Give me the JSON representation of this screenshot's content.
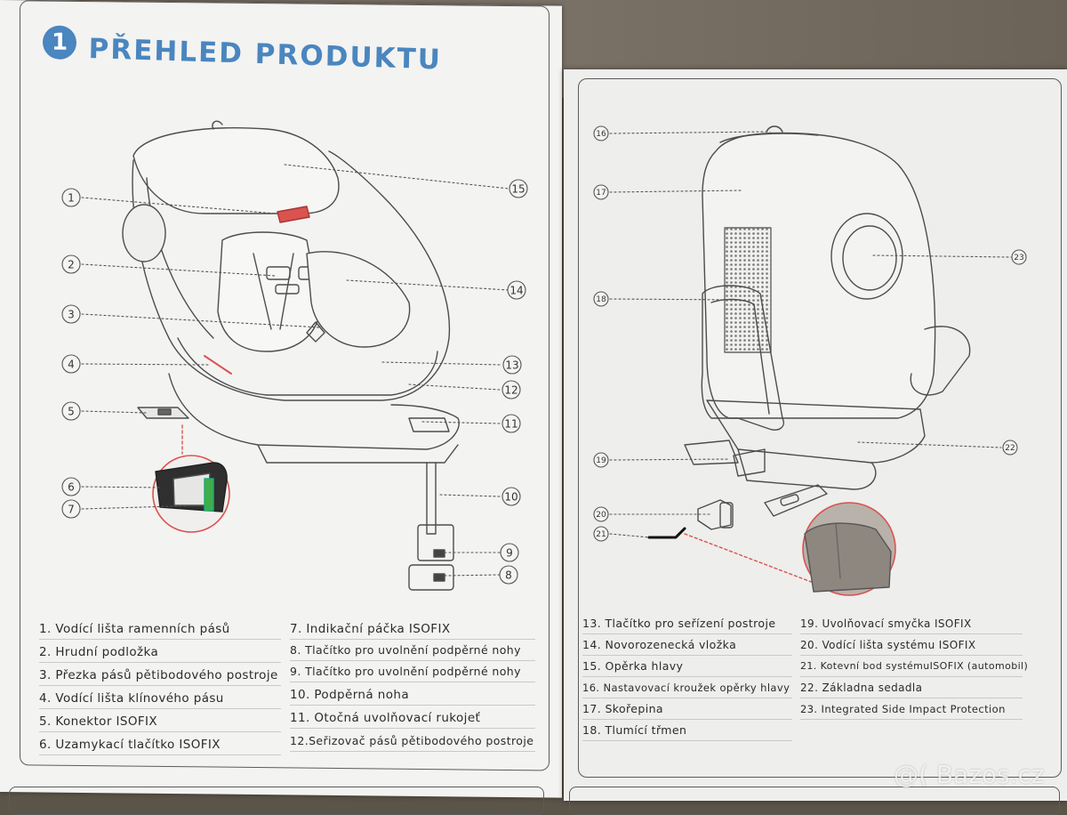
{
  "header": {
    "badge": "1",
    "title": "PŘEHLED PRODUKTU"
  },
  "callouts_left": [
    "1",
    "2",
    "3",
    "4",
    "5",
    "6",
    "7",
    "15",
    "14",
    "13",
    "12",
    "11",
    "10",
    "9",
    "8"
  ],
  "callouts_right": [
    "16",
    "17",
    "18",
    "23",
    "22",
    "19",
    "20",
    "21"
  ],
  "legend_left_col1": [
    "1. Vodící lišta ramenních pásů",
    "2. Hrudní podložka",
    "3. Přezka pásů pětibodového postroje",
    "4. Vodící lišta klínového pásu",
    "5. Konektor ISOFIX",
    "6. Uzamykací tlačítko ISOFIX"
  ],
  "legend_left_col2": [
    "7. Indikační páčka ISOFIX",
    "8. Tlačítko pro uvolnění podpěrné nohy",
    "9. Tlačítko pro uvolnění podpěrné nohy",
    "10. Podpěrná noha",
    "11. Otočná uvolňovací rukojeť",
    "12.Seřizovač pásů pětibodového postroje"
  ],
  "legend_right_col1": [
    "13. Tlačítko pro seřízení postroje",
    "14. Novorozenecká vložka",
    "15. Opěrka hlavy",
    "16. Nastavovací kroužek opěrky hlavy",
    "17. Skořepina",
    "18. Tlumící třmen"
  ],
  "legend_right_col2": [
    "19. Uvolňovací smyčka ISOFIX",
    "20. Vodící lišta systému ISOFIX",
    "21. Kotevní bod systémuISOFIX (automobil)",
    "22. Základna sedadla",
    "23. Integrated Side Impact Protection"
  ],
  "watermark": "@( Bazos.cz",
  "colors": {
    "accent_blue": "#4a86bf",
    "highlight_red": "#d9534f",
    "isofix_green": "#3fae49"
  }
}
